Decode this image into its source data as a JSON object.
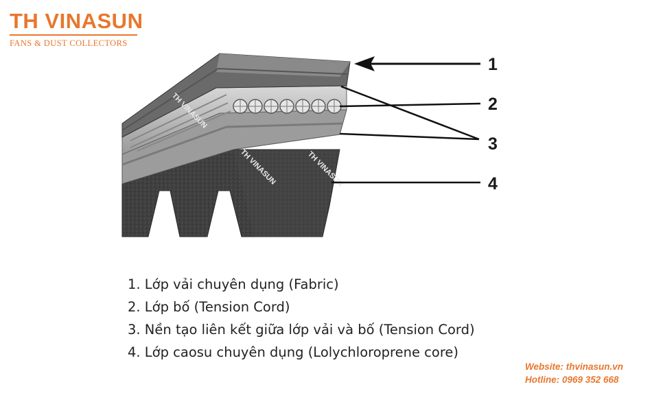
{
  "brand": {
    "name": "TH VINASUN",
    "tagline": "FANS & DUST COLLECTORS",
    "color": "#e8772e"
  },
  "diagram": {
    "callouts": [
      {
        "number": "1"
      },
      {
        "number": "2"
      },
      {
        "number": "3"
      },
      {
        "number": "4"
      }
    ],
    "watermark": "TH VINASUN"
  },
  "legend": [
    "1. Lớp vải chuyên dụng (Fabric)",
    "2. Lớp bố (Tension Cord)",
    "3. Nền tạo liên kết giữa lớp vải và bố (Tension Cord)",
    "4. Lớp caosu chuyên dụng (Lolychloroprene core)"
  ],
  "contact": {
    "website": "Website: thvinasun.vn",
    "hotline": "Hotline: 0969 352 668"
  }
}
